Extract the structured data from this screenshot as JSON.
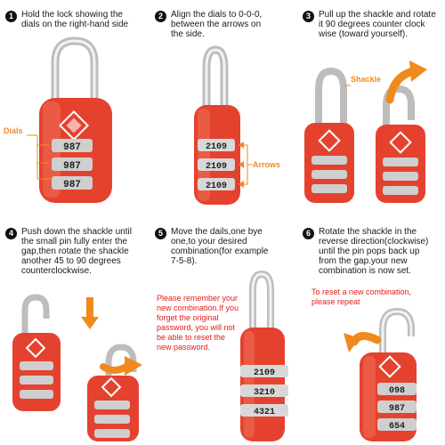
{
  "steps": [
    {
      "number": "1",
      "text": [
        "Hold the lock showing the",
        "dials on the right-hand side"
      ]
    },
    {
      "number": "2",
      "text": [
        "Align the dials to 0-0-0,",
        "between the arrows on",
        "the side."
      ]
    },
    {
      "number": "3",
      "text": [
        "Pull up the shackle and rotate",
        "it 90 degrees counter clock",
        "wise (toward yourself)."
      ]
    },
    {
      "number": "4",
      "text": [
        "Push down the shackle until",
        "the small pin fully enter the",
        "gap,then rotate the shackle",
        "another 45 to 90 degrees",
        "counterclockwise."
      ]
    },
    {
      "number": "5",
      "text": [
        "Move the dails,one bye",
        "one,to your desired",
        "combination(for example",
        "7-5-8)."
      ]
    },
    {
      "number": "6",
      "text": [
        "Rotate the shackle in the",
        "reverse direction(clockwise)",
        "until the pin pops back up",
        "from the gap.your new",
        "combination is now set."
      ]
    }
  ],
  "labels": {
    "dials": "Dials",
    "arrows": "Arrows",
    "shackle": "Shackle"
  },
  "notes": {
    "remember": [
      "Please remember your",
      "new combination.If you",
      "forget the original",
      "password, you will not",
      "be able to reset the",
      "new password."
    ],
    "reset": [
      "To reset a new combination,",
      "please repeat"
    ]
  },
  "dials": {
    "step1": [
      "987",
      "987",
      "987"
    ],
    "step2": [
      "2109",
      "2109",
      "2109"
    ],
    "step5": [
      "2109",
      "3210",
      "4321"
    ],
    "step6": [
      "098",
      "987",
      "654"
    ]
  },
  "colors": {
    "lock_red": "#e4422f",
    "orange": "#f08a1e",
    "warn_red": "#e0201b"
  }
}
